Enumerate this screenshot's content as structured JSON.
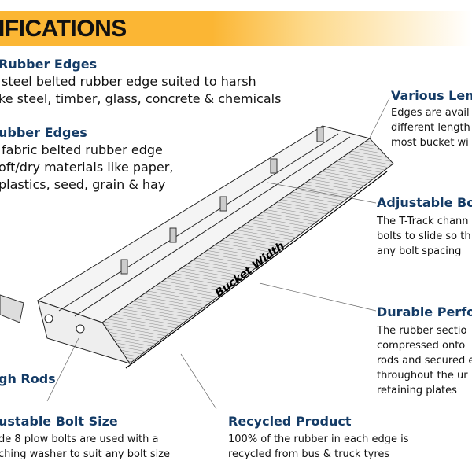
{
  "banner": {
    "title": "IFICATIONS"
  },
  "sections": {
    "steel": {
      "heading": "Rubber Edges",
      "lines": [
        "steel belted rubber edge suited to harsh",
        "ke steel, timber, glass, concrete & chemicals"
      ]
    },
    "fabric": {
      "heading": "ubber Edges",
      "lines": [
        "fabric belted rubber edge",
        "oft/dry materials like paper,",
        "plastics, seed, grain & hay"
      ]
    },
    "lengths": {
      "heading": "Various Leng",
      "lines": [
        "Edges are avail",
        "different length",
        "most bucket wi"
      ]
    },
    "bolt_spacing": {
      "heading": "Adjustable Bol",
      "lines": [
        "The T-Track chann",
        "bolts to slide so th",
        "any bolt spacing"
      ]
    },
    "durable": {
      "heading": "Durable Perfor",
      "lines": [
        "The rubber sectio",
        "compressed onto",
        "rods and secured e",
        "throughout the ur",
        "retaining plates"
      ]
    },
    "rods": {
      "heading": "gh Rods"
    },
    "bolt_size": {
      "heading": "ustable Bolt Size",
      "lines": [
        "de 8 plow bolts are used with a",
        "ching washer to suit any bolt size"
      ]
    },
    "recycled": {
      "heading": "Recycled Product",
      "lines": [
        "100% of the rubber in each edge is",
        "recycled from bus & truck tyres"
      ]
    }
  },
  "diagram": {
    "dimension_label": "Bucket Width"
  }
}
